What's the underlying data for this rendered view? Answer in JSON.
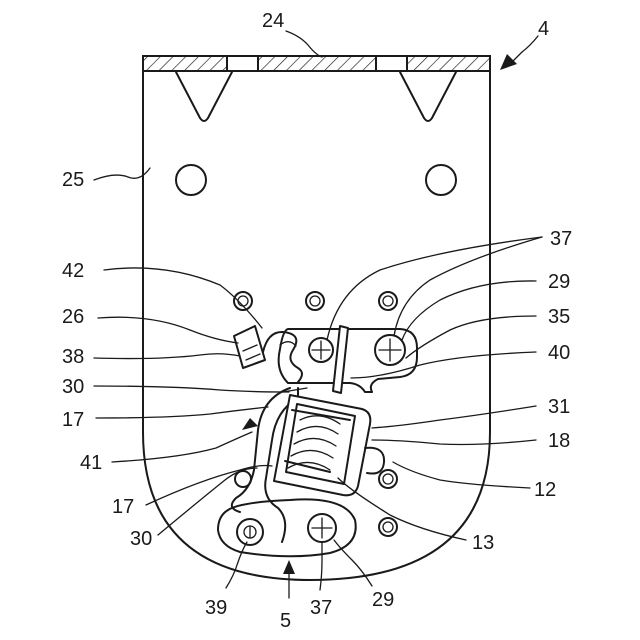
{
  "figure": {
    "labels": {
      "l4": "4",
      "l24": "24",
      "l25": "25",
      "l42": "42",
      "l26": "26",
      "l38": "38",
      "l30a": "30",
      "l17a": "17",
      "l41": "41",
      "l17b": "17",
      "l30b": "30",
      "l37a": "37",
      "l29a": "29",
      "l35": "35",
      "l40": "40",
      "l31": "31",
      "l18": "18",
      "l12": "12",
      "l13": "13",
      "l39": "39",
      "l37b": "37",
      "l29b": "29",
      "l5": "5"
    }
  }
}
